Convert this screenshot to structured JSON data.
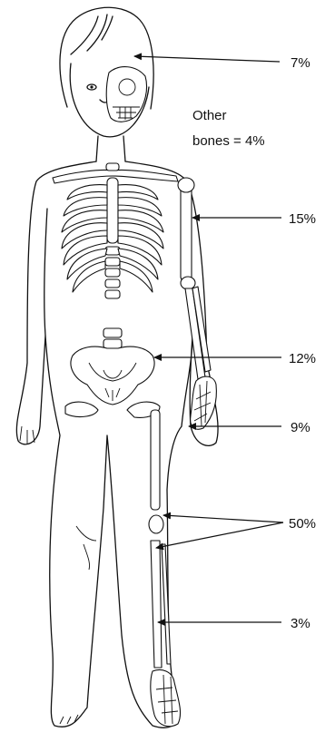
{
  "figure": {
    "labels": {
      "skull": "7%",
      "other_line1": "Other",
      "other_line2": "bones = 4%",
      "upper_limb": "15%",
      "pelvis": "12%",
      "hand": "9%",
      "femur": "50%",
      "leg": "3%"
    }
  }
}
